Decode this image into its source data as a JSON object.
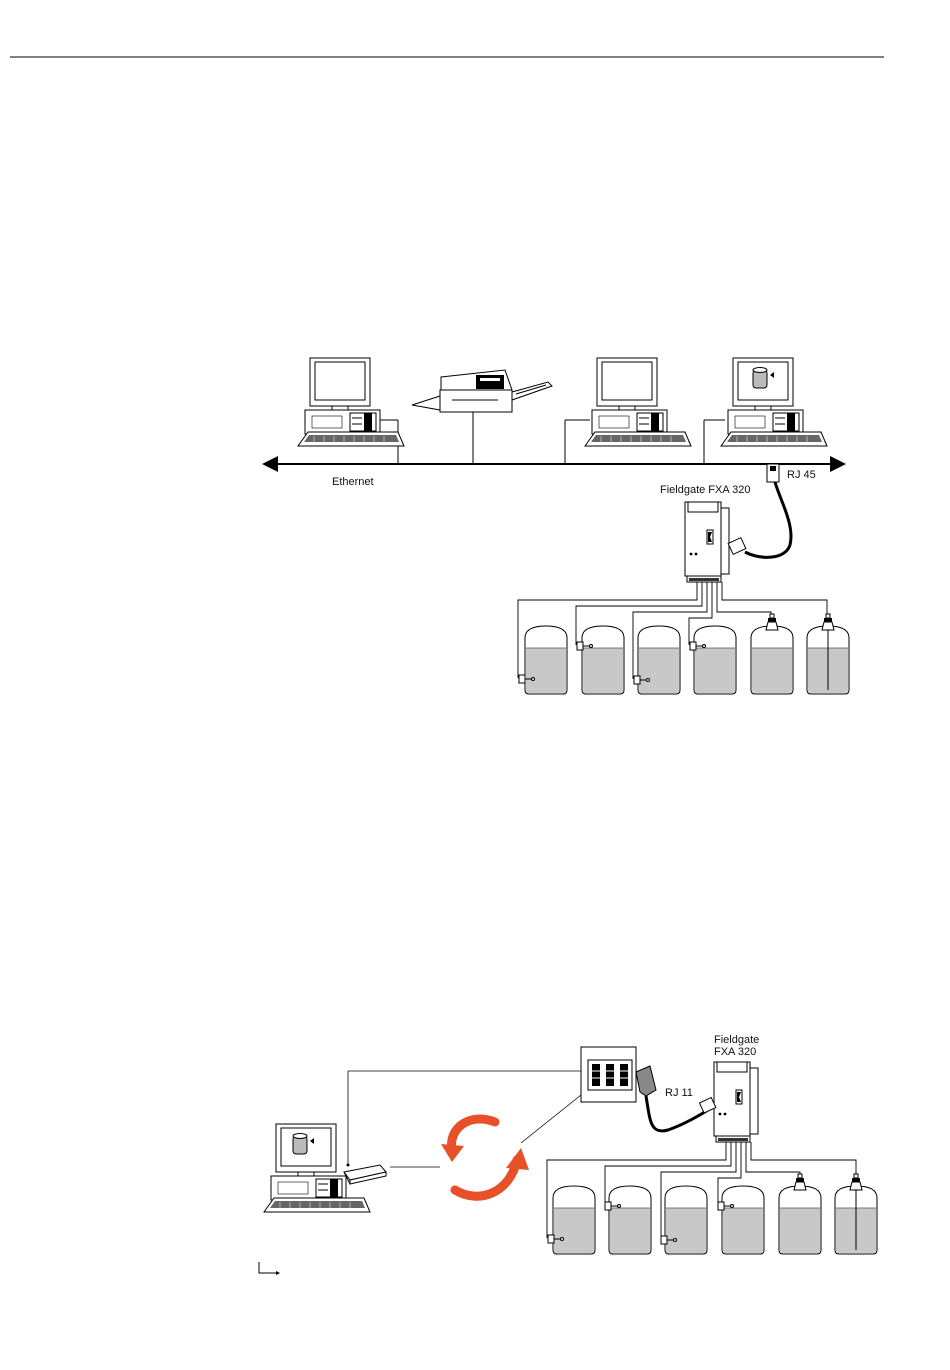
{
  "colors": {
    "ink": "#000000",
    "liquid": "#c8c8c8",
    "arrow_accent": "#e8502a",
    "screen_fill": "#ffffff"
  },
  "diagram1": {
    "ethernet_label": "Ethernet",
    "rj45_label": "RJ 45",
    "fieldgate_label": "Fieldgate FXA 320",
    "tank_count": 6
  },
  "diagram2": {
    "fieldgate_label_line1": "Fieldgate",
    "fieldgate_label_line2": "FXA 320",
    "rj11_label": "RJ 11",
    "tank_count": 6
  },
  "icons": [
    "computer-icon",
    "printer-icon",
    "tank-icon",
    "fieldgate-icon",
    "modem-icon",
    "phone-switchboard-icon",
    "refresh-cycle-icon"
  ]
}
